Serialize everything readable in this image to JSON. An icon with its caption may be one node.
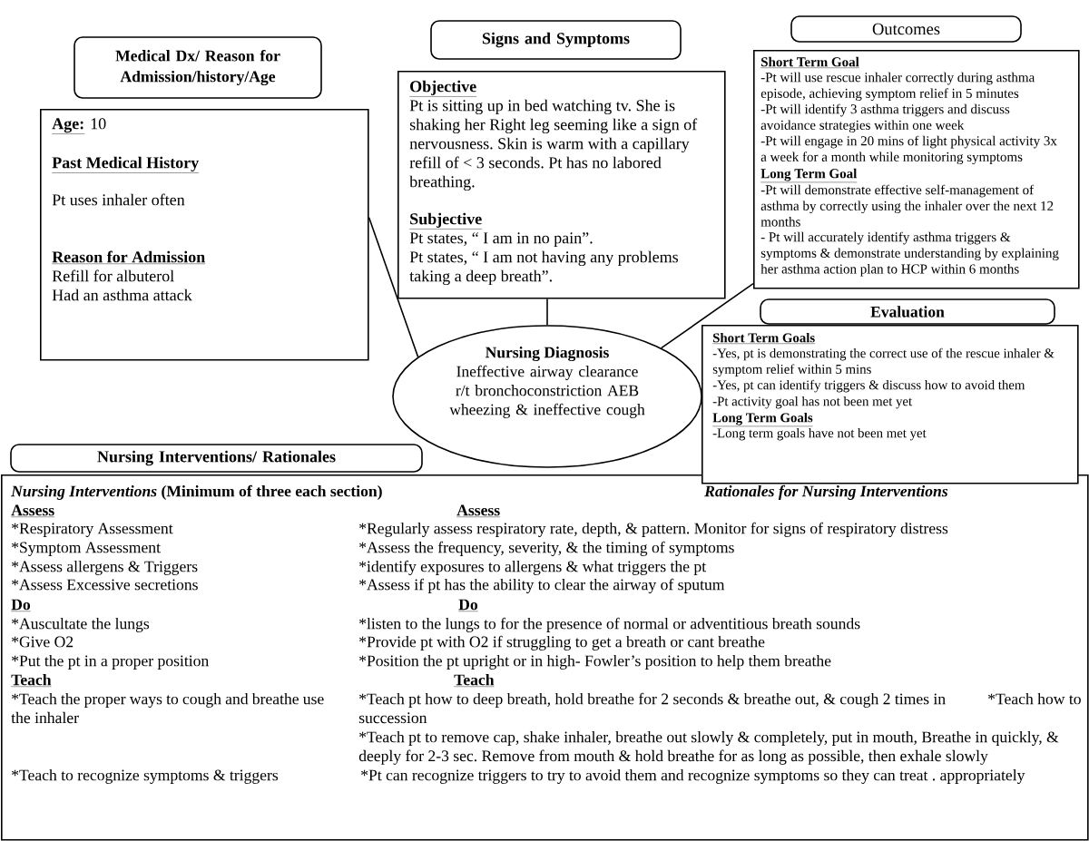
{
  "diagram": {
    "nodes": [
      {
        "text": [
          "Medical Dx/ Reason for Admission/history/Age"
        ]
      },
      {
        "text": [
          "Age:",
          "10",
          "Past Medical History",
          "Pt uses inhaler often",
          "Reason for Admission",
          "Refill for albuterol",
          "Had an asthma attack"
        ]
      },
      {
        "text": [
          "Signs and Symptoms"
        ]
      },
      {
        "text": [
          "Objective",
          "Pt is sitting up in bed watching tv. She is shaking her Right leg seeming like a sign of nervousness. Skin is warm with a capillary refill of < 3 seconds. Pt has no labored breathing.",
          "Subjective",
          "Pt states, “ I am in no pain”.",
          "Pt states, “ I am not having any problems taking a deep breath”."
        ]
      },
      {
        "text": [
          "Nursing Diagnosis",
          "Ineffective airway clearance r/t bronchoconstriction AEB wheezing & ineffective cough"
        ]
      },
      {
        "text": [
          "Outcomes"
        ]
      },
      {
        "text": [
          "Short Term Goal",
          "-Pt will use rescue inhaler correctly during asthma episode, achieving symptom relief in 5 minutes",
          "-Pt will identify 3 asthma triggers and discuss avoidance strategies within one week",
          "-Pt will engage in 20 mins of light physical activity 3x a week for a month while monitoring symptoms",
          "Long Term Goal",
          "-Pt will demonstrate effective self-management of asthma by correctly using the inhaler over the next 12 months",
          "- Pt will accurately identify asthma triggers & symptoms & demonstrate understanding by explaining her asthma action plan to HCP within 6 months"
        ]
      },
      {
        "text": [
          "Evaluation"
        ]
      },
      {
        "text": [
          "Short Term Goals",
          "-Yes, pt is demonstrating the correct use of the rescue inhaler & symptom relief within 5 mins",
          "-Yes, pt can identify triggers & discuss how to avoid them",
          "-Pt activity goal has not been met yet",
          "Long Term Goals",
          "-Long term goals have not been met yet"
        ]
      },
      {
        "text": [
          "Nursing Interventions/ Rationales"
        ]
      },
      {
        "text": [
          "*Nursing Interventions* (Minimum of three each section)",
          "Rationales for Nursing Interventions",
          "Assess",
          "Assess",
          "*Respiratory Assessment",
          "*Regularly assess respiratory rate, depth, & pattern. Monitor for signs of respiratory distress",
          "*Symptom Assessment",
          "*Assess the frequency, severity, & the timing of symptoms",
          "*Assess allergens & Triggers",
          "*identify exposures to allergens & what triggers the pt",
          "*Assess Excessive secretions",
          "*Assess if pt has the ability to clear the airway of sputum",
          "Do",
          "Do",
          "*Auscultate the lungs",
          "*listen to the lungs to for the presence of normal or adventitious breath sounds",
          "*Give O2",
          "*Provide pt with O2 if struggling to get a breath or cant breathe",
          "*Put the pt in a proper position",
          "*Position the pt upright or in high- Fowler’s position to help them breathe",
          "Teach",
          "Teach",
          "*Teach the proper ways to cough and breathe use the inhaler",
          "*Teach pt how to deep breath, hold breathe for 2 seconds & breathe out, & cough 2 times in succession",
          "*Teach how to",
          "*Teach pt to remove cap, shake inhaler, breathe out slowly & completely, put in mouth, Breathe in quickly, & deeply for 2-3 sec. Remove from mouth & hold breathe for as long as possible, then exhale slowly",
          "*Teach to recognize symptoms & triggers",
          "*Pt can recognize triggers to try to avoid them and recognize symptoms so they can treat . appropriately"
        ]
      }
    ],
    "edges": [
      {
        "from": 1,
        "to": 4,
        "arrow": "none"
      },
      {
        "from": 3,
        "to": 4,
        "arrow": "none"
      },
      {
        "from": 6,
        "to": 4,
        "arrow": "none"
      }
    ]
  }
}
